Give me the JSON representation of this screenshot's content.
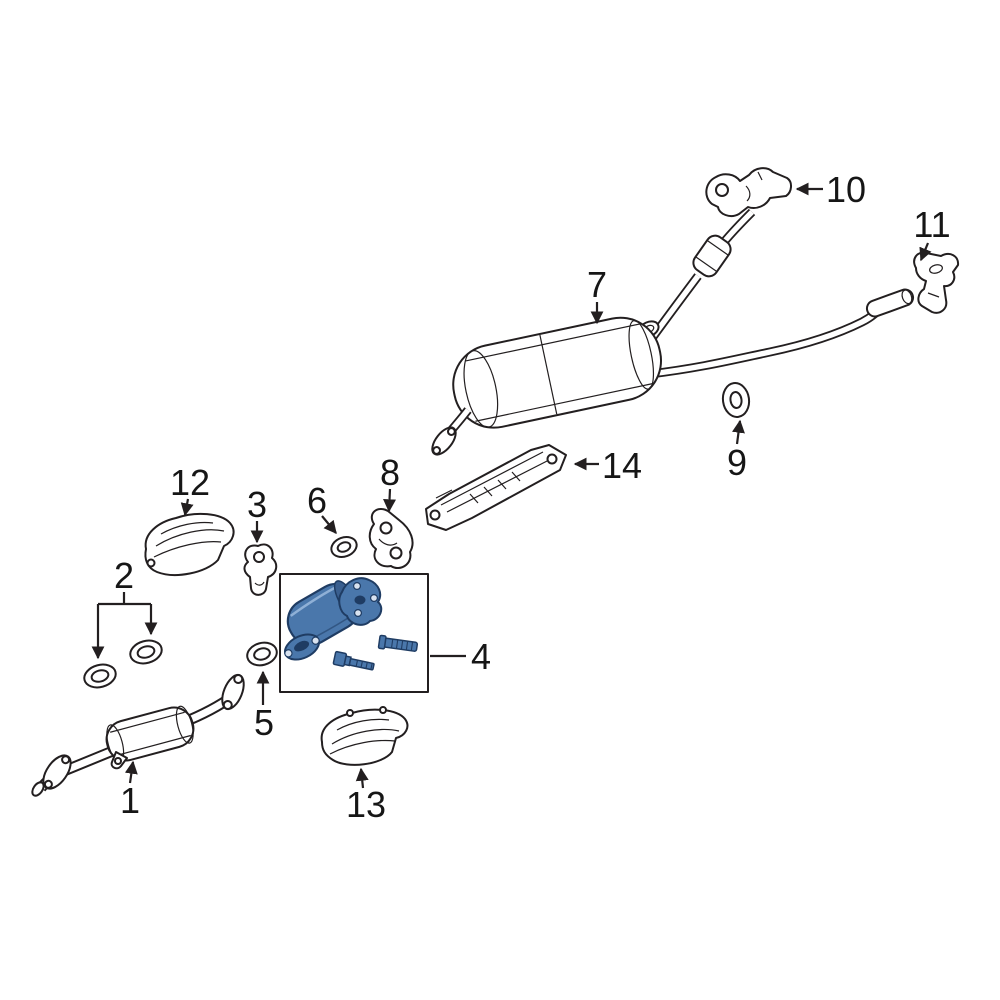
{
  "diagram": {
    "description": "exploded-parts-diagram",
    "highlighted_part_label": "4",
    "colors": {
      "paper": "#ffffff",
      "ink": "#231f20",
      "highlight": "#4a77ab",
      "highlightDark": "#1f3c63",
      "highlightMid": "#3a5f8f",
      "highlightLight": "#8fb0d6",
      "holeLight": "#d8e2ef"
    },
    "labels": [
      {
        "text": "1"
      },
      {
        "text": "2"
      },
      {
        "text": "3"
      },
      {
        "text": "4"
      },
      {
        "text": "5"
      },
      {
        "text": "6"
      },
      {
        "text": "7"
      },
      {
        "text": "8"
      },
      {
        "text": "9"
      },
      {
        "text": "10"
      },
      {
        "text": "11"
      },
      {
        "text": "12"
      },
      {
        "text": "13"
      },
      {
        "text": "14"
      }
    ]
  }
}
